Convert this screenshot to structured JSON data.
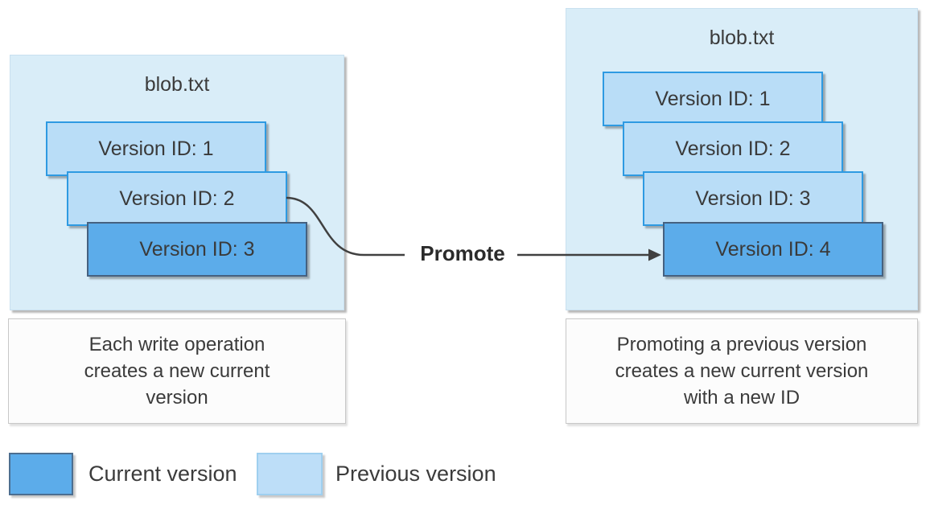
{
  "diagram": {
    "left_panel": {
      "title": "blob.txt",
      "versions": [
        {
          "label": "Version ID: 1",
          "state": "previous"
        },
        {
          "label": "Version ID: 2",
          "state": "previous"
        },
        {
          "label": "Version ID: 3",
          "state": "current"
        }
      ],
      "caption": "Each write operation\ncreates a new current\nversion"
    },
    "promote": {
      "label": "Promote"
    },
    "right_panel": {
      "title": "blob.txt",
      "versions": [
        {
          "label": "Version ID: 1",
          "state": "previous"
        },
        {
          "label": "Version ID: 2",
          "state": "previous"
        },
        {
          "label": "Version ID: 3",
          "state": "previous"
        },
        {
          "label": "Version ID: 4",
          "state": "current"
        }
      ],
      "caption": "Promoting a previous version\ncreates a new current version\nwith a new ID"
    },
    "legend": {
      "current": {
        "label": "Current version"
      },
      "previous": {
        "label": "Previous version"
      }
    },
    "colors": {
      "current_version_fill": "#5cacea",
      "previous_version_fill": "#b9ddf7",
      "previous_legend_fill": "#bddef8",
      "panel_background": "#d9edf8",
      "text": "#3b3b3b",
      "connector": "#404040"
    }
  }
}
